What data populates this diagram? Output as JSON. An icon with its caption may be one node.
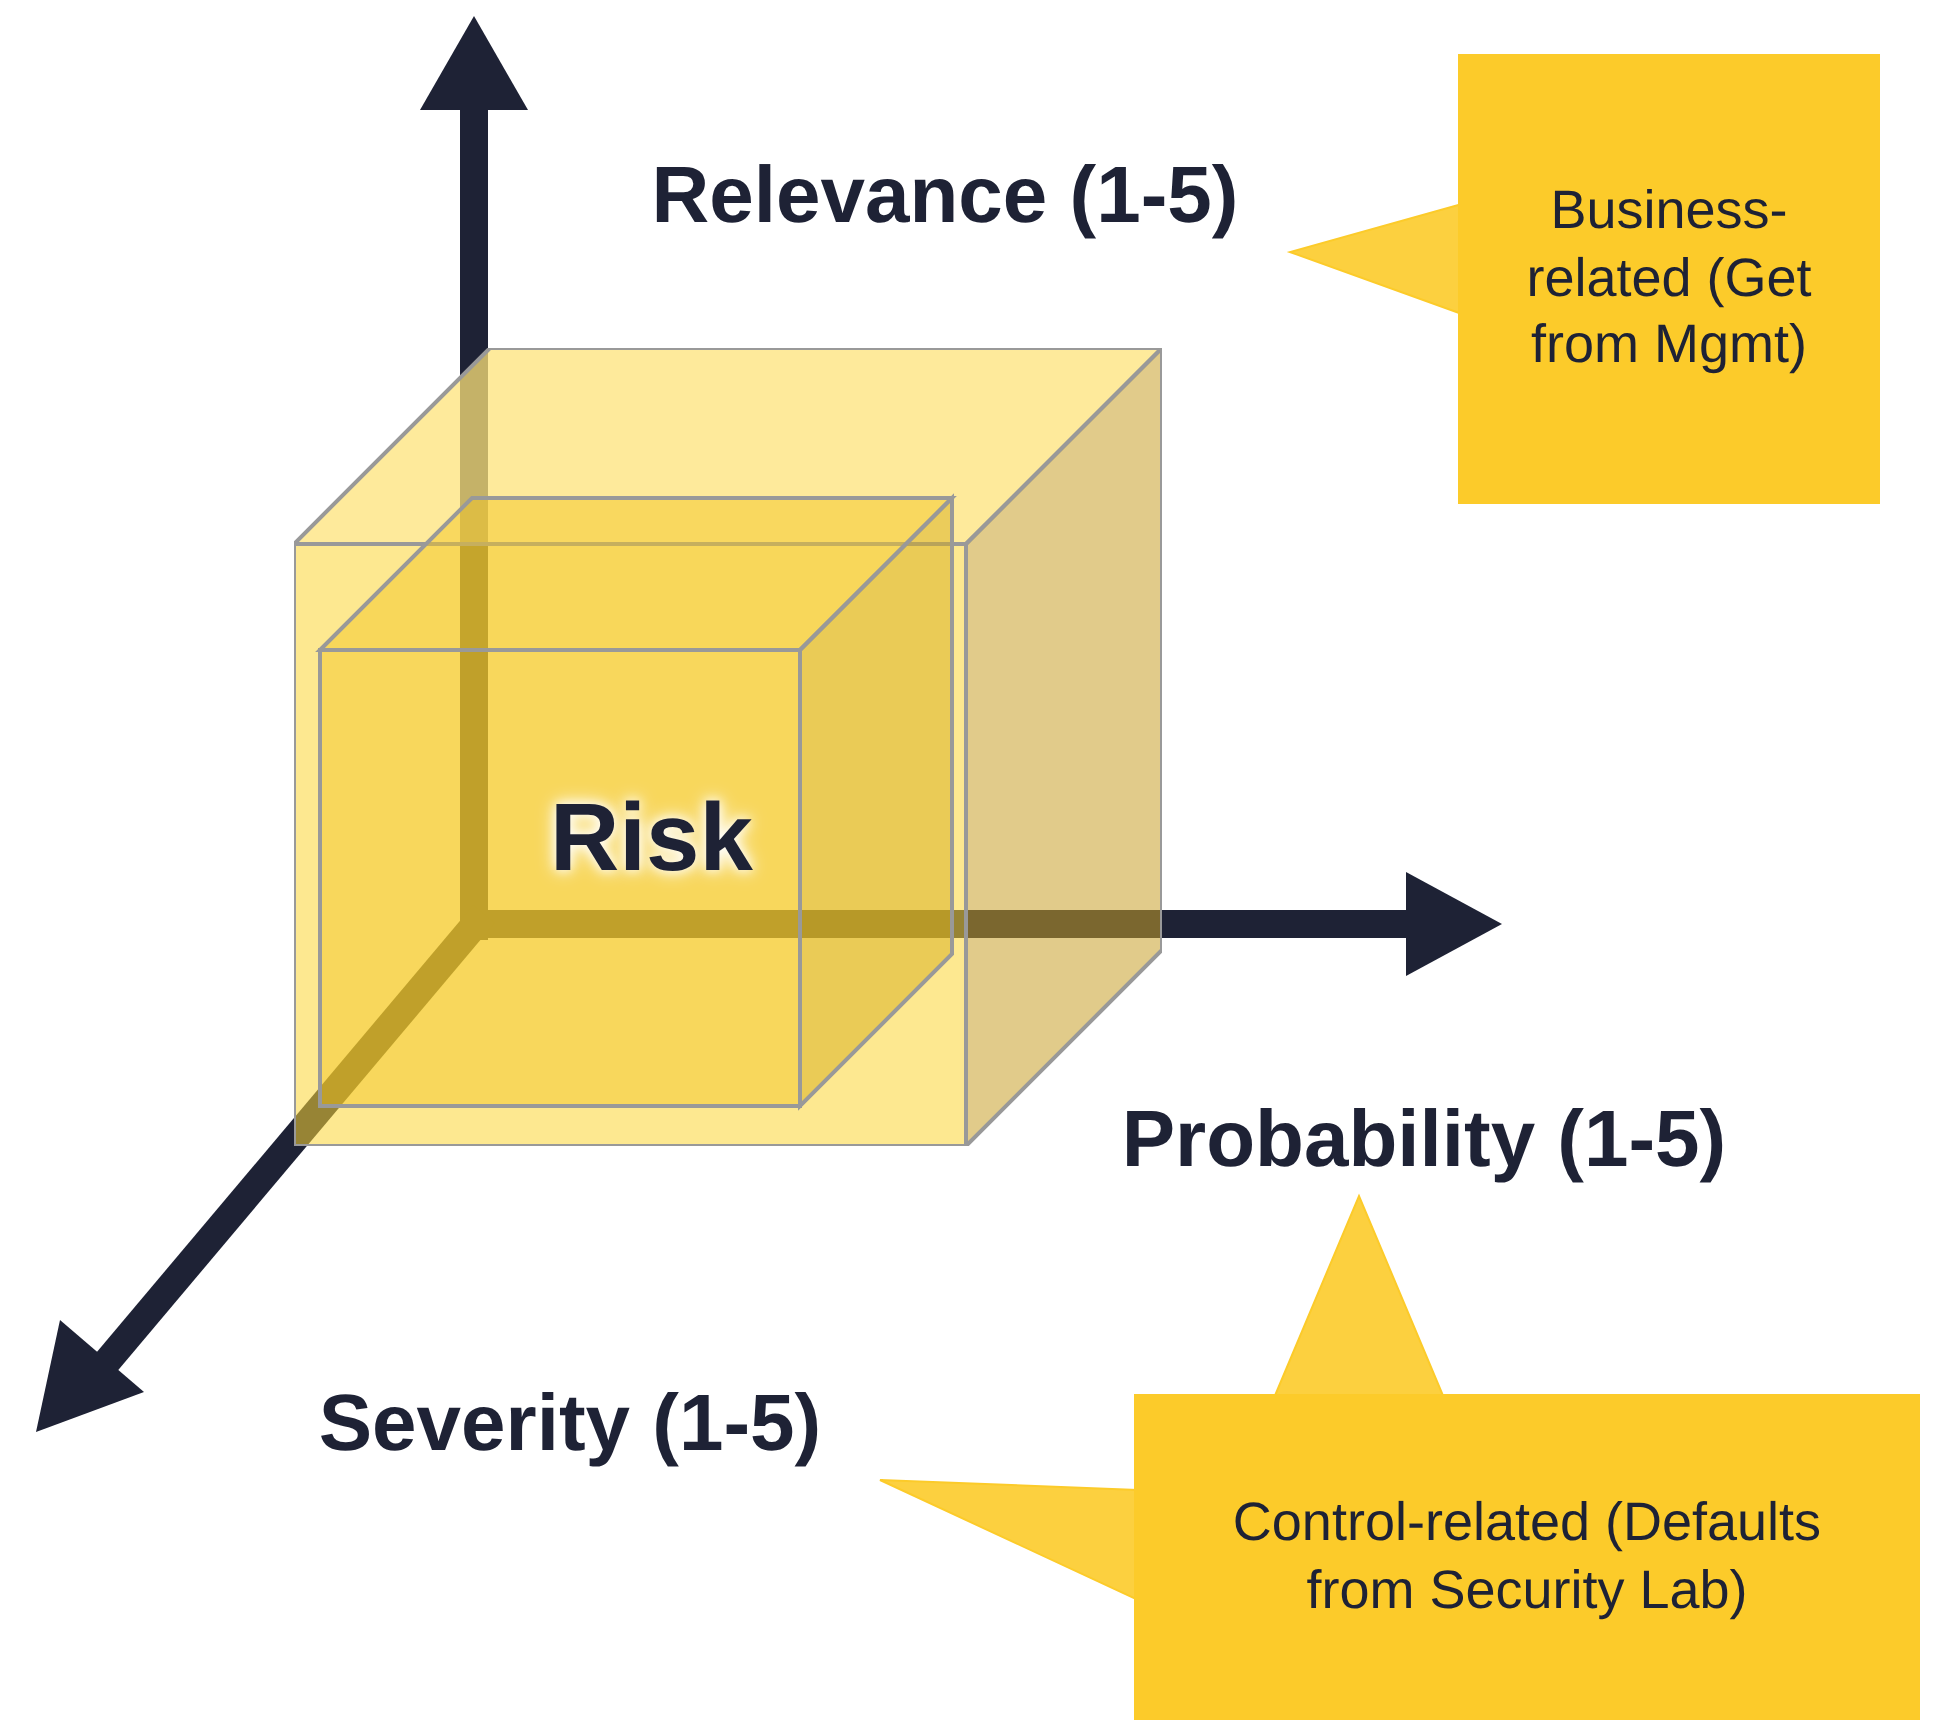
{
  "diagram": {
    "nodes": [
      {
        "text": [
          "Relevance (1-5)"
        ]
      },
      {
        "text": [
          "Business-related (Get from Mgmt)"
        ]
      },
      {
        "text": [
          "Probability (1-5)"
        ]
      },
      {
        "text": [
          "Severity (1-5)"
        ]
      },
      {
        "text": [
          "Control-related (Defaults from Security Lab)"
        ]
      },
      {
        "text": [
          "Risk"
        ]
      }
    ],
    "edges": [
      {
        "from": 1,
        "to": 0,
        "arrow": "to"
      },
      {
        "from": 4,
        "to": 2,
        "arrow": "to"
      },
      {
        "from": 4,
        "to": 3,
        "arrow": "to"
      }
    ]
  }
}
